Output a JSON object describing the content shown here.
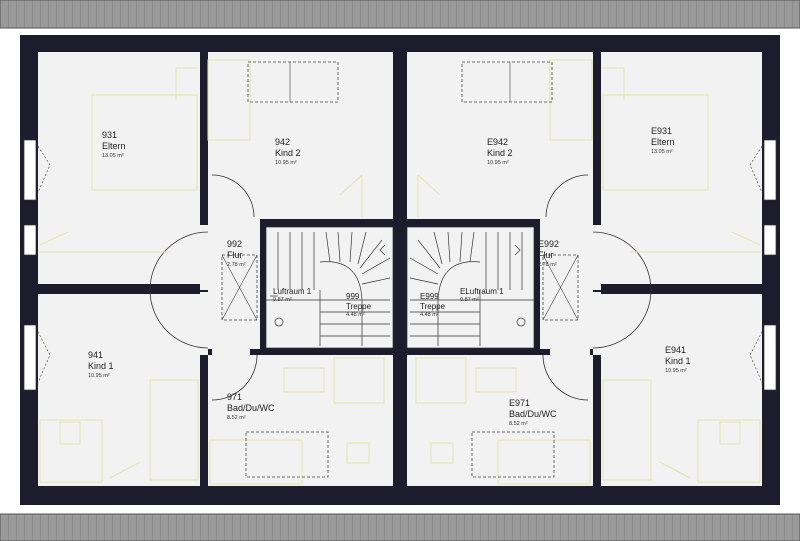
{
  "plan": {
    "rooms": [
      {
        "id": "931",
        "number": "931",
        "name": "Eltern",
        "area": "13.05 m²"
      },
      {
        "id": "942",
        "number": "942",
        "name": "Kind 2",
        "area": "10.95 m²"
      },
      {
        "id": "e942",
        "number": "E942",
        "name": "Kind 2",
        "area": "10.95 m²"
      },
      {
        "id": "e931",
        "number": "E931",
        "name": "Eltern",
        "area": "13.05 m²"
      },
      {
        "id": "992",
        "number": "992",
        "name": "Flur",
        "area": "2.78 m²"
      },
      {
        "id": "e992",
        "number": "E992",
        "name": "Flur",
        "area": "2.78 m²"
      },
      {
        "id": "941",
        "number": "941",
        "name": "Kind 1",
        "area": "10.95 m²"
      },
      {
        "id": "e941",
        "number": "E941",
        "name": "Kind 1",
        "area": "10.95 m²"
      },
      {
        "id": "971",
        "number": "971",
        "name": "Bad/Du/WC",
        "area": "8.52 m²"
      },
      {
        "id": "e971",
        "number": "E971",
        "name": "Bad/Du/WC",
        "area": "8.52 m²"
      },
      {
        "id": "luftraum",
        "number": "",
        "name": "Luftraum 1",
        "area": "0.87 m²"
      },
      {
        "id": "eluftraum",
        "number": "",
        "name": "ELuftraum 1",
        "area": "0.87 m²"
      },
      {
        "id": "999",
        "number": "999",
        "name": "Treppe",
        "area": "4.48 m²"
      },
      {
        "id": "e999",
        "number": "E999",
        "name": "Treppe",
        "area": "4.48 m²"
      }
    ],
    "colors": {
      "wall": "#1c1c2c",
      "floor": "#f2f2f2",
      "furniture": "#e9eeb4",
      "roof": "#8f8f8f",
      "line": "#333333"
    }
  }
}
